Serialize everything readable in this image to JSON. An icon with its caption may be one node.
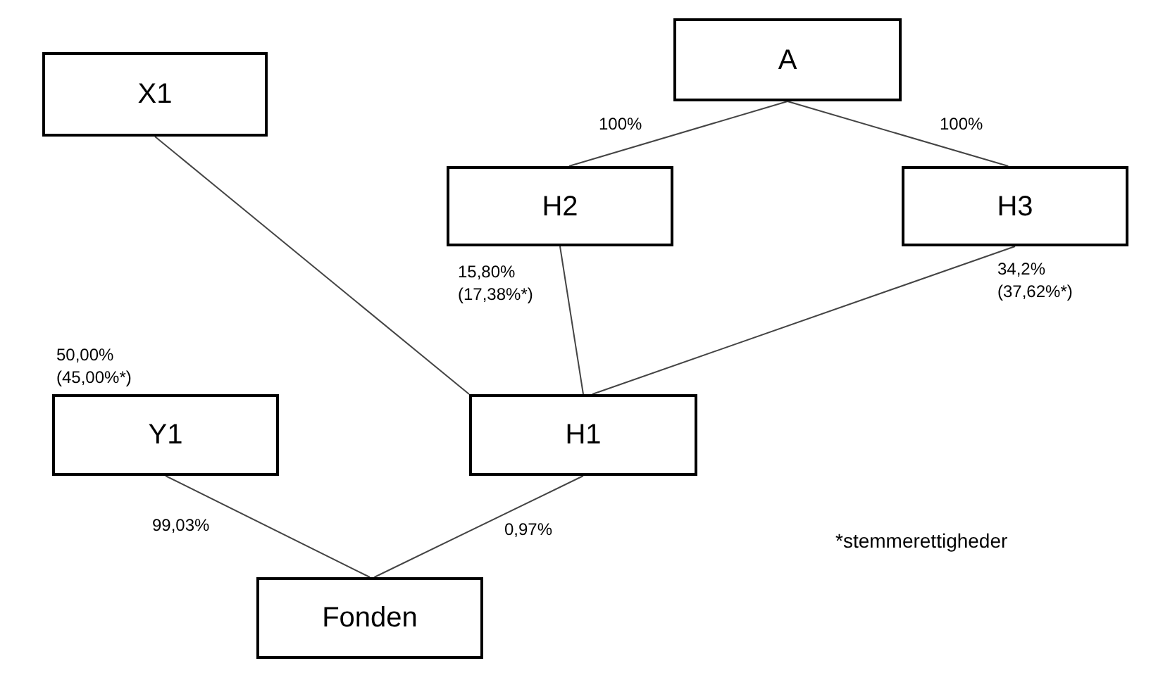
{
  "diagram": {
    "nodes": [
      {
        "text": [
          "X1"
        ]
      },
      {
        "text": [
          "A"
        ]
      },
      {
        "text": [
          "H2"
        ]
      },
      {
        "text": [
          "H3"
        ]
      },
      {
        "text": [
          "Y1"
        ]
      },
      {
        "text": [
          "H1"
        ]
      },
      {
        "text": [
          "Fonden"
        ]
      }
    ],
    "edges": [
      {
        "from": 1,
        "to": 2,
        "arrow": "none",
        "label": "100%"
      },
      {
        "from": 1,
        "to": 3,
        "arrow": "none",
        "label": "100%"
      },
      {
        "from": 0,
        "to": 5,
        "arrow": "none"
      },
      {
        "from": 2,
        "to": 5,
        "arrow": "none",
        "label": "15,80% (17,38%*)"
      },
      {
        "from": 3,
        "to": 5,
        "arrow": "none",
        "label": "34,2% (37,62%*)"
      },
      {
        "from": 4,
        "to": 6,
        "arrow": "none",
        "label": "99,03%"
      },
      {
        "from": 5,
        "to": 6,
        "arrow": "none",
        "label": "0,97%"
      }
    ],
    "labels": [
      "50,00% (45,00%*)",
      "*stemmerettigheder"
    ]
  }
}
